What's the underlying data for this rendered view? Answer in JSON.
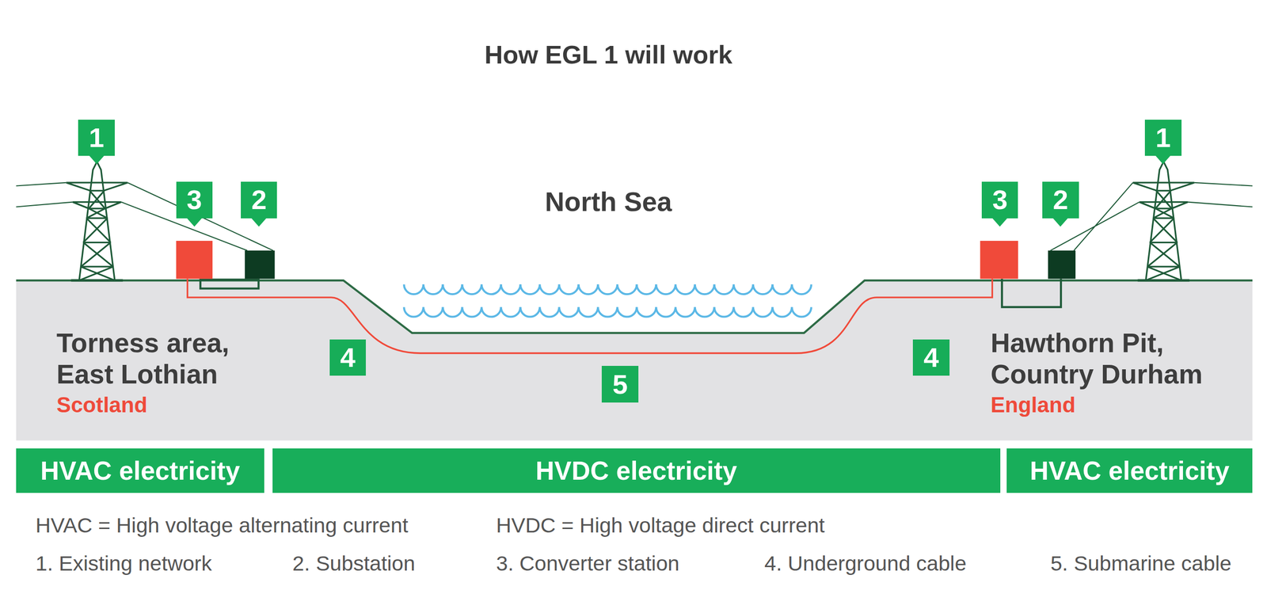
{
  "diagram": {
    "title": "How EGL 1 will work",
    "nodes": [
      {
        "text": [
          "1"
        ]
      },
      {
        "text": [
          "3"
        ]
      },
      {
        "text": [
          "2"
        ]
      },
      {
        "text": [
          "3"
        ]
      },
      {
        "text": [
          "2"
        ]
      },
      {
        "text": [
          "1"
        ]
      },
      {
        "text": [
          "4"
        ]
      },
      {
        "text": [
          "5"
        ]
      },
      {
        "text": [
          "4"
        ]
      },
      {
        "text": [
          "HVAC electricity"
        ]
      },
      {
        "text": [
          "HVDC electricity"
        ]
      },
      {
        "text": [
          "HVAC electricity"
        ]
      }
    ],
    "labels": [
      "North Sea",
      "Torness area, East Lothian",
      "Scotland",
      "Hawthorn Pit, Country Durham",
      "England",
      "HVAC = High voltage alternating current",
      "HVDC = High voltage direct current",
      "1. Existing network",
      "2. Substation",
      "3. Converter station",
      "4. Underground cable",
      "5. Submarine cable"
    ]
  }
}
